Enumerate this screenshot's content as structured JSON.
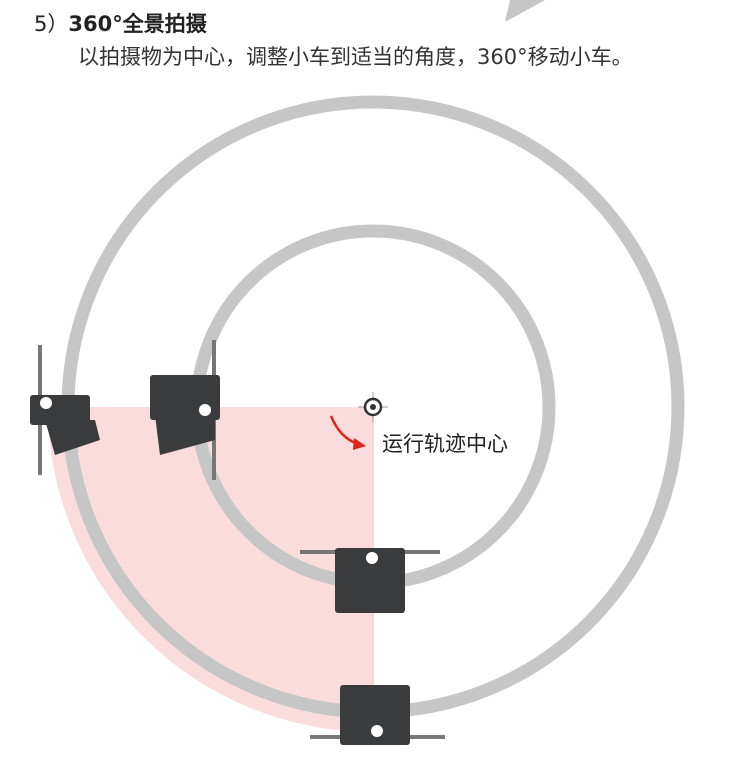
{
  "section": {
    "number": "5）",
    "title": "360°全景拍摄"
  },
  "description": "以拍摄物为中心，调整小车到适当的角度，360°移动小车。",
  "diagram": {
    "center_label": "运行轨迹中心",
    "colors": {
      "track": "#c6c6c6",
      "sector": "#fbdcdc",
      "arrow": "#e0241b",
      "dolly": "#3a3b3d"
    }
  }
}
